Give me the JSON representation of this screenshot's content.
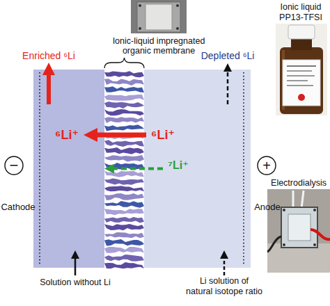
{
  "diagram": {
    "nodes": [
      {
        "text": [
          "−"
        ]
      },
      {
        "text": [
          "⁶Li⁺"
        ]
      },
      {
        "text": [
          "Ionic-liquid impregnated organic membrane"
        ]
      },
      {
        "text": [
          "⁶Li⁺"
        ]
      },
      {
        "text": [
          "⁷Li⁺"
        ]
      },
      {
        "text": [
          "+"
        ]
      }
    ],
    "edges": [
      {
        "from": 3,
        "to": 1,
        "arrow": "to"
      },
      {
        "from": 4,
        "to": 2,
        "arrow": "to"
      }
    ],
    "labels": [
      "Enriched ⁶Li",
      "Depleted ⁶Li",
      "Cathode",
      "Anode",
      "Solution without Li",
      "Li solution of natural isotope ratio",
      "Ionic liquid PP13-TFSI",
      "Electrodialysis"
    ]
  }
}
